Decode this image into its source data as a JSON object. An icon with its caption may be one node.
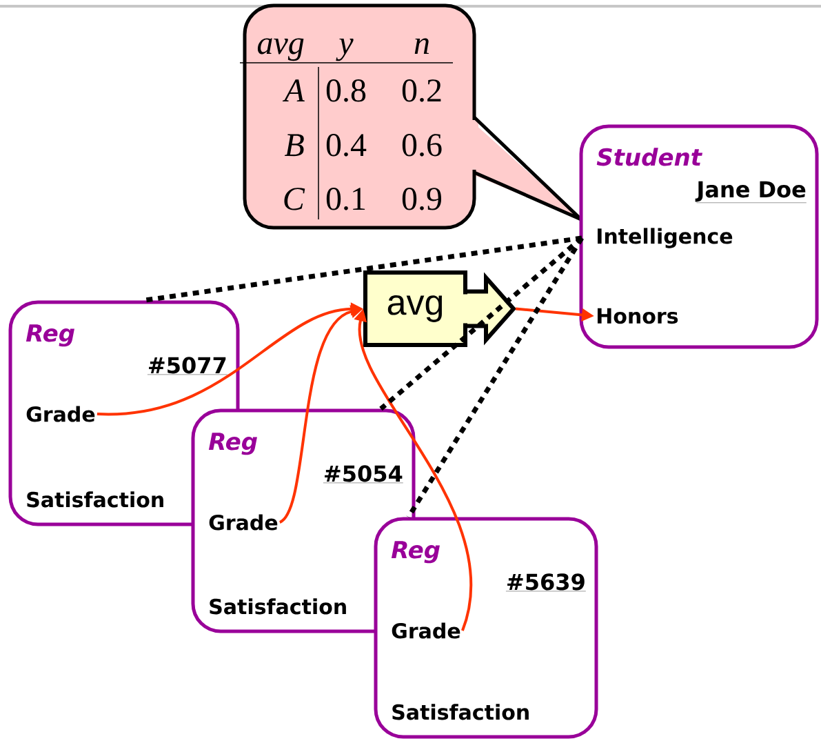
{
  "diagram": {
    "nodes": [
      {
        "text": [
          "avg",
          "y",
          "n",
          "A",
          "0.8",
          "0.2",
          "B",
          "0.4",
          "0.6",
          "C",
          "0.1",
          "0.9"
        ]
      },
      {
        "text": [
          "Student",
          "Jane Doe"
        ]
      },
      {
        "text": [
          "Intelligence"
        ],
        "in": 1
      },
      {
        "text": [
          "Honors"
        ],
        "in": 1
      },
      {
        "text": [
          "avg"
        ]
      },
      {
        "text": [
          "Reg",
          "#5077",
          "Satisfaction"
        ]
      },
      {
        "text": [
          "Grade"
        ],
        "in": 5
      },
      {
        "text": [
          "Reg",
          "#5054",
          "Satisfaction"
        ]
      },
      {
        "text": [
          "Grade"
        ],
        "in": 7
      },
      {
        "text": [
          "Reg",
          "#5639",
          "Satisfaction"
        ]
      },
      {
        "text": [
          "Grade"
        ],
        "in": 9
      }
    ],
    "edges": [
      {
        "from": 6,
        "to": 4,
        "arrow": "to"
      },
      {
        "from": 8,
        "to": 4,
        "arrow": "to"
      },
      {
        "from": 10,
        "to": 4,
        "arrow": "to"
      },
      {
        "from": 4,
        "to": 3,
        "arrow": "to"
      },
      {
        "from": 2,
        "to": 5,
        "arrow": "none",
        "style": "dashed",
        "color": "#000000"
      },
      {
        "from": 2,
        "to": 7,
        "arrow": "none",
        "style": "dashed",
        "color": "#000000"
      },
      {
        "from": 2,
        "to": 9,
        "arrow": "none",
        "style": "dashed",
        "color": "#000000"
      }
    ]
  }
}
